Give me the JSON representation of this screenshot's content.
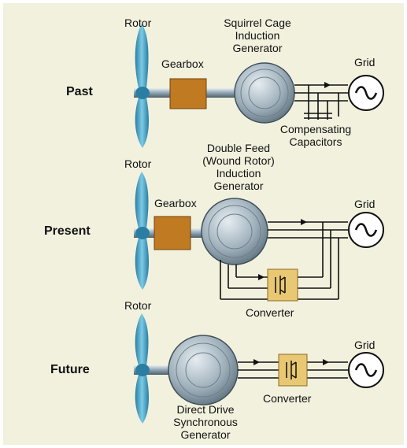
{
  "colors": {
    "panel_background": "#f2f1de",
    "blade": "#4aa7c9",
    "gearbox": "#c07a22",
    "converter": "#e9c873",
    "generator": "#9fb0bb",
    "wire": "#111111"
  },
  "rows": {
    "past": {
      "label": "Past",
      "rotor_label": "Rotor",
      "gearbox_label": "Gearbox",
      "generator_label": [
        "Squirrel Cage",
        "Induction",
        "Generator"
      ],
      "grid_label": "Grid",
      "capacitors_label": [
        "Compensating",
        "Capacitors"
      ]
    },
    "present": {
      "label": "Present",
      "rotor_label": "Rotor",
      "gearbox_label": "Gearbox",
      "generator_label": [
        "Double Feed",
        "(Wound Rotor)",
        "Induction",
        "Generator"
      ],
      "grid_label": "Grid",
      "converter_label": "Converter"
    },
    "future": {
      "label": "Future",
      "rotor_label": "Rotor",
      "generator_label": [
        "Direct Drive",
        "Synchronous",
        "Generator"
      ],
      "grid_label": "Grid",
      "converter_label": "Converter"
    }
  }
}
